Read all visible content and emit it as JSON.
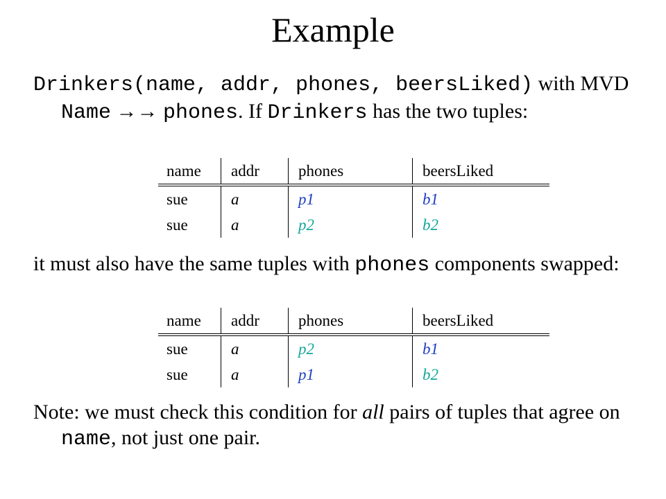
{
  "slide": {
    "title": "Example"
  },
  "para1": {
    "relation": "Drinkers(name, addr, phones, beersLiked)",
    "with_mvd": "with MVD ",
    "mvd_lhs": "Name",
    "arrow": " →→ ",
    "mvd_rhs": "phones",
    "if_text": ". If ",
    "relation_name": "Drinkers",
    "has_text": " has the two tuples:"
  },
  "table1": {
    "headers": [
      "name",
      "addr",
      "phones",
      "beersLiked"
    ],
    "rows": [
      [
        "sue",
        "a",
        "p1",
        "b1"
      ],
      [
        "sue",
        "a",
        "p2",
        "b2"
      ]
    ]
  },
  "para2": {
    "lead": "it must also have the same tuples with ",
    "code": "phones",
    "tail": " components swapped:"
  },
  "table2": {
    "headers": [
      "name",
      "addr",
      "phones",
      "beersLiked"
    ],
    "rows": [
      [
        "sue",
        "a",
        "p2",
        "b1"
      ],
      [
        "sue",
        "a",
        "p1",
        "b2"
      ]
    ]
  },
  "para3": {
    "lead": "Note: we must check this condition for ",
    "emph": "all",
    "mid": " pairs of tuples that agree on ",
    "code": "name",
    "tail": ", not just one pair."
  },
  "colors": {
    "blue": "#1f3fbf",
    "teal": "#14a89a"
  }
}
